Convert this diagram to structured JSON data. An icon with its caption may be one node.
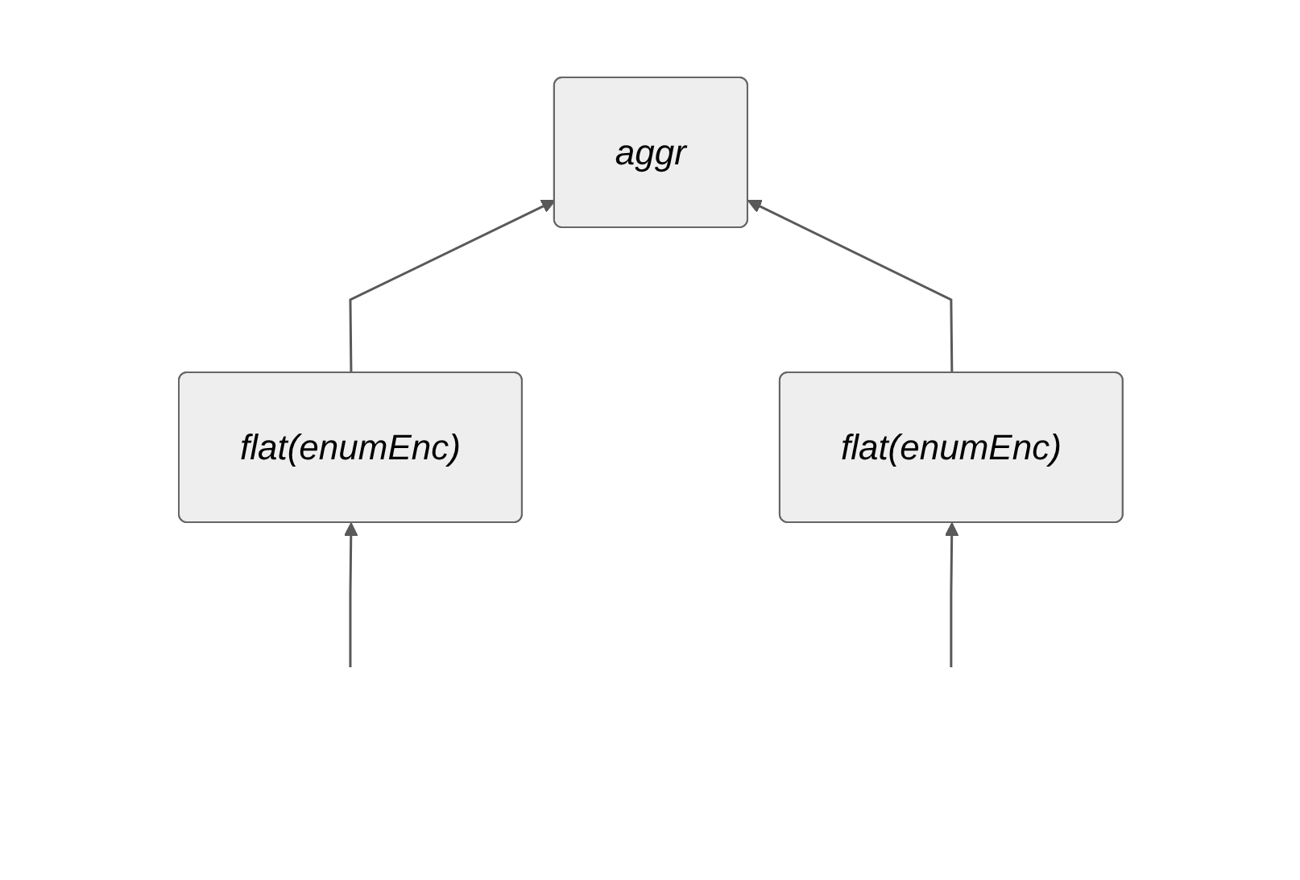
{
  "diagram": {
    "nodes": [
      {
        "text": [
          "aggr"
        ]
      },
      {
        "text": [
          "flat(enumEnc)"
        ]
      },
      {
        "text": [
          "flat(enumEnc)"
        ]
      }
    ],
    "edges": [
      {
        "from": 1,
        "to": 0,
        "arrow": "to"
      },
      {
        "from": 2,
        "to": 0,
        "arrow": "to"
      },
      {
        "from": null,
        "to": 1,
        "arrow": "to"
      },
      {
        "from": null,
        "to": 2,
        "arrow": "to"
      }
    ]
  }
}
